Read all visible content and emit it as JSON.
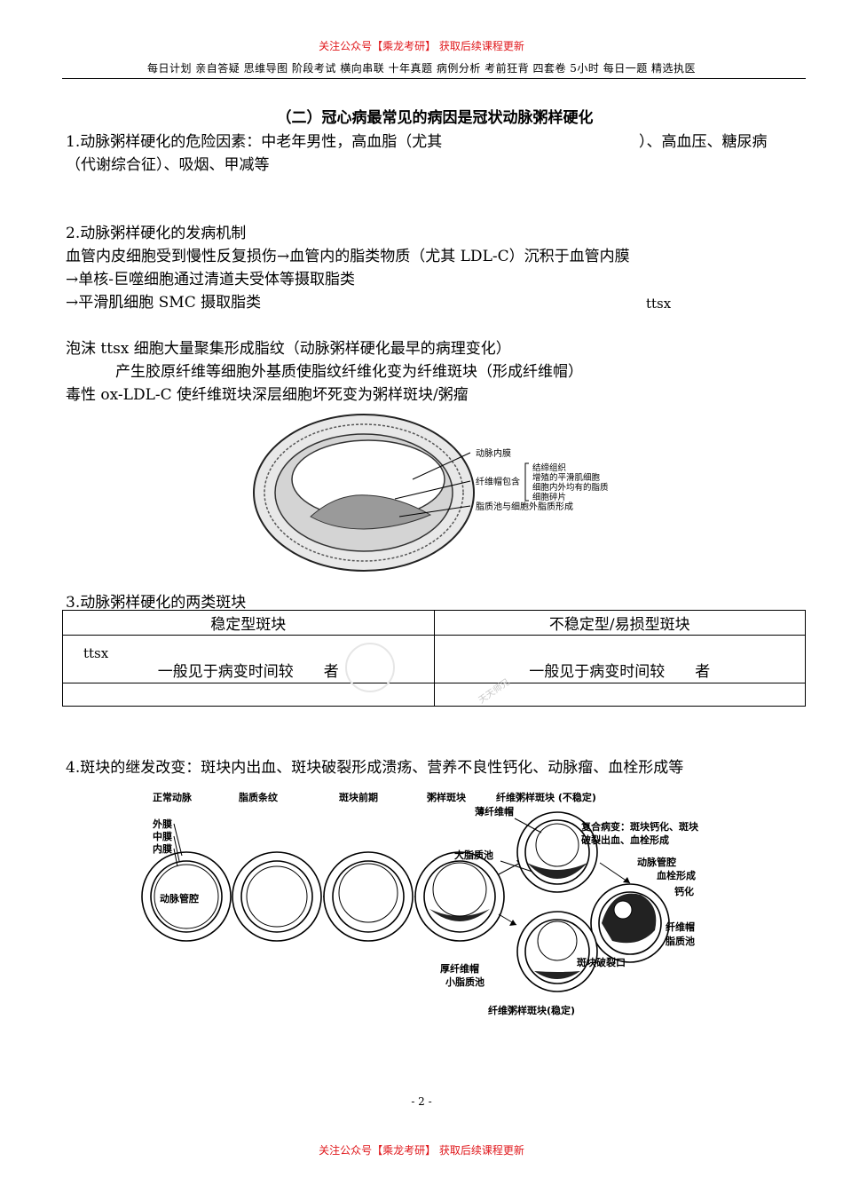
{
  "header": {
    "promo": "关注公众号【乘龙考研】 获取后续课程更新",
    "subtitle": "每日计划 亲自答疑 思维导图 阶段考试 横向串联 十年真题 病例分析 考前狂背 四套卷 5小时 每日一题 精选执医"
  },
  "section_title": "（二）冠心病最常见的病因是冠状动脉粥样硬化",
  "p1": {
    "line1_a": "1.动脉粥样硬化的危险因素：中老年男性，高血脂（尤其",
    "line1_b": "）、高血压、糖尿病",
    "line2": "（代谢综合征）、吸烟、甲减等"
  },
  "p2": {
    "heading": "2.动脉粥样硬化的发病机制",
    "l1": "血管内皮细胞受到慢性反复损伤→血管内的脂类物质（尤其 LDL-C）沉积于血管内膜",
    "l2": "→单核-巨噬细胞通过清道夫受体等摄取脂类",
    "l3": "→平滑肌细胞 SMC 摄取脂类",
    "ttsx": "ttsx",
    "l4": "泡沫 ttsx 细胞大量聚集形成脂纹（动脉粥样硬化最早的病理变化）",
    "l5": "产生胶原纤维等细胞外基质使脂纹纤维化变为纤维斑块（形成纤维帽）",
    "l6": "毒性 ox-LDL-C 使纤维斑块深层细胞坏死变为粥样斑块/粥瘤"
  },
  "fig1": {
    "labels": {
      "intima": "动脉内膜",
      "cap": "纤维帽包含",
      "c1": "结缔组织",
      "c2": "增殖的平滑肌细胞",
      "c3": "细胞内外均有的脂质",
      "c4": "细胞碎片",
      "pool": "脂质池与细胞外脂质形成"
    }
  },
  "p3": {
    "heading": "3.动脉粥样硬化的两类斑块",
    "table": {
      "headers": [
        "稳定型斑块",
        "不稳定型/易损型斑块"
      ],
      "ttsx": "ttsx",
      "row1": [
        "一般见于病变时间较　　者",
        "一般见于病变时间较　　者"
      ],
      "row2": [
        "",
        ""
      ]
    }
  },
  "watermark": "天天师兄",
  "p4": {
    "heading": "4.斑块的继发改变：斑块内出血、斑块破裂形成溃疡、营养不良性钙化、动脉瘤、血栓形成等"
  },
  "fig2": {
    "stages": [
      "正常动脉",
      "脂质条纹",
      "斑块前期",
      "粥样斑块",
      "纤维粥样斑块 (不稳定)"
    ],
    "labels": {
      "adventitia": "外膜",
      "media": "中膜",
      "intima": "内膜",
      "lumen": "动脉管腔",
      "thin_cap": "薄纤维帽",
      "big_pool": "大脂质池",
      "complex": "复合病变：斑块钙化、斑块",
      "complex2": "破裂出血、血栓形成",
      "lumen2": "动脉管腔",
      "thrombus": "血栓形成",
      "calc": "钙化",
      "cap": "纤维帽",
      "pool": "脂质池",
      "thick_cap": "厚纤维帽",
      "small_pool": "小脂质池",
      "rupture": "斑块破裂口",
      "stable": "纤维粥样斑块(稳定)"
    }
  },
  "footer": {
    "page": "- 2 -",
    "promo": "关注公众号【乘龙考研】 获取后续课程更新"
  }
}
